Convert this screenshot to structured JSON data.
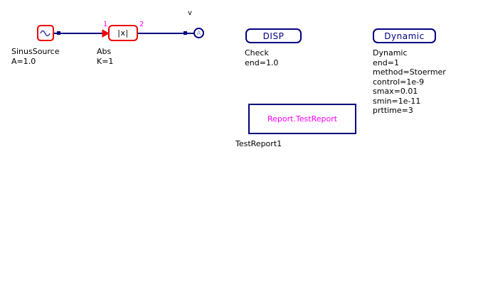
{
  "diagram": {
    "blocks": {
      "sinus_source": {
        "icon": "sine-wave-icon",
        "name": "SinusSource",
        "parameter": "A=1.0"
      },
      "abs": {
        "symbol": "|x|",
        "name": "Abs",
        "parameter": "K=1",
        "input_port": "1",
        "output_port": "2"
      },
      "sensor": {
        "glyph": "A",
        "label": "v"
      }
    },
    "annotations": {
      "disp": {
        "title": "DISP",
        "lines": "Check\nend=1.0"
      },
      "dynamic": {
        "title": "Dynamic",
        "lines": "Dynamic\nend=1\nmethod=Stoermer\ncontrol=1e-9\nsmax=0.01\nsmin=1e-11\nprttime=3"
      },
      "report": {
        "title": "Report.TestReport",
        "name": "TestReport1"
      }
    },
    "colors": {
      "block_outline": "#ee0000",
      "wire": "#000080",
      "annotation_outline": "#000080",
      "port_number": "#ff00ff",
      "report_text": "#ff00ff",
      "background": "#ffffff"
    }
  }
}
